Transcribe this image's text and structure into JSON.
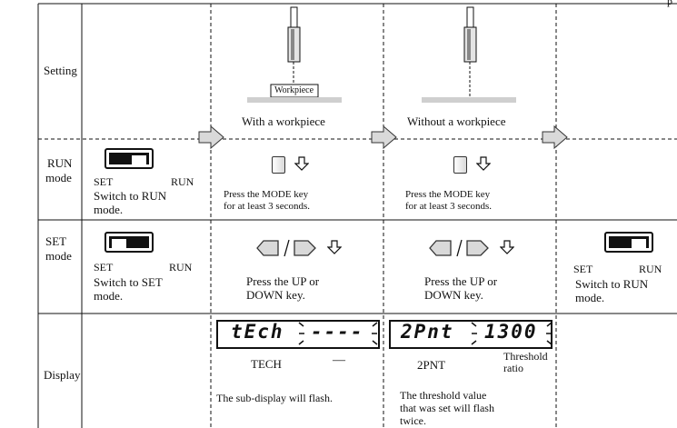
{
  "corner_text": "p",
  "rows": {
    "setting": "Setting",
    "run": [
      "RUN",
      "mode"
    ],
    "set": [
      "SET",
      "mode"
    ],
    "display": "Display"
  },
  "setting": {
    "workpiece_label": "Workpiece",
    "with_caption": "With a workpiece",
    "without_caption": "Without a workpiece"
  },
  "run": {
    "set_label": "SET",
    "run_label": "RUN",
    "switch_caption": [
      "Switch to RUN",
      "mode."
    ],
    "press_mode_1": [
      "Press the MODE key",
      "for at least 3 seconds."
    ],
    "press_mode_2": [
      "Press the MODE key",
      "for at least 3 seconds."
    ]
  },
  "set": {
    "set_label_1": "SET",
    "run_label_1": "RUN",
    "switch_caption_1": [
      "Switch to SET",
      "mode."
    ],
    "press_updown_1": [
      "Press the UP or",
      "DOWN key."
    ],
    "press_updown_2": [
      "Press the UP or",
      "DOWN key."
    ],
    "set_label_4": "SET",
    "run_label_4": "RUN",
    "switch_caption_4": [
      "Switch to RUN",
      "mode."
    ]
  },
  "display": {
    "seg_main_1": "tEch",
    "seg_sub_1": "----",
    "label_main_1": "TECH",
    "label_sub_1": "—",
    "note_1": "The sub-display will flash.",
    "seg_main_2": "2Pnt",
    "seg_sub_2": "1300",
    "label_main_2": "2PNT",
    "label_sub_2": [
      "Threshold",
      "ratio"
    ],
    "note_2": [
      "The threshold value",
      "that was set will flash",
      "twice."
    ]
  }
}
